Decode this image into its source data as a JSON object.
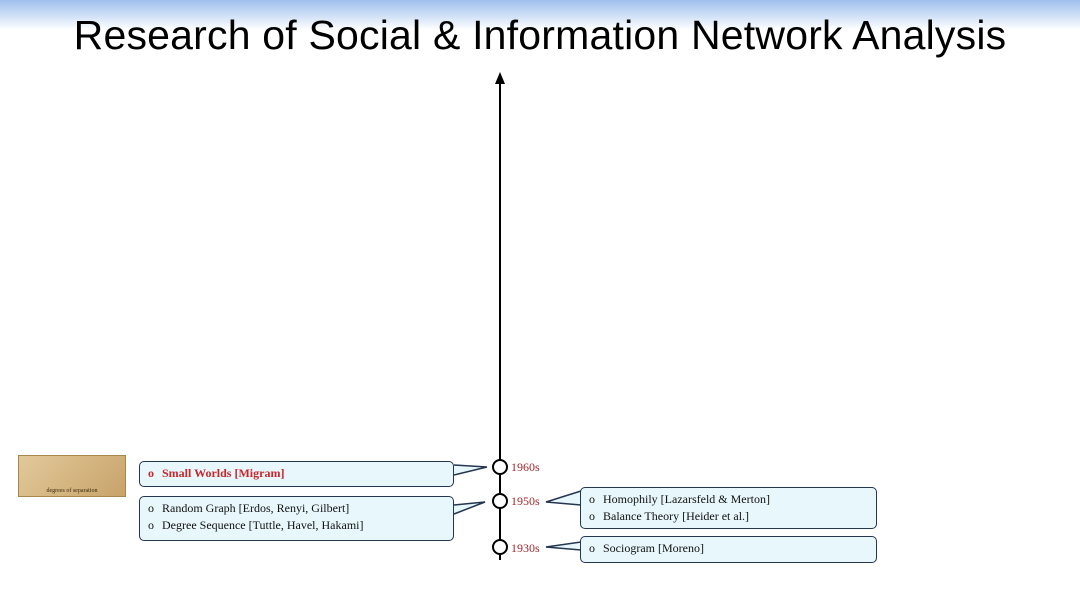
{
  "title": "Research of Social & Information Network Analysis",
  "eras": [
    {
      "label": "1960s"
    },
    {
      "label": "1950s"
    },
    {
      "label": "1930s"
    }
  ],
  "left_boxes": [
    {
      "era": "1960s",
      "items": [
        "Small Worlds [Migram]"
      ],
      "highlight": true
    },
    {
      "era": "1950s",
      "items": [
        "Random Graph [Erdos, Renyi, Gilbert]",
        "Degree Sequence [Tuttle, Havel, Hakami]"
      ]
    }
  ],
  "right_boxes": [
    {
      "era": "1950s",
      "items": [
        "Homophily [Lazarsfeld & Merton]",
        "Balance Theory [Heider et al.]"
      ]
    },
    {
      "era": "1930s",
      "items": [
        "Sociogram [Moreno]"
      ]
    }
  ],
  "bullet": "o",
  "thumbnail": {
    "caption": "degrees of separation"
  },
  "colors": {
    "era_text": "#a3282d",
    "box_fill": "#e8f7fb",
    "box_border": "#25364f",
    "highlight": "#c8262b"
  }
}
